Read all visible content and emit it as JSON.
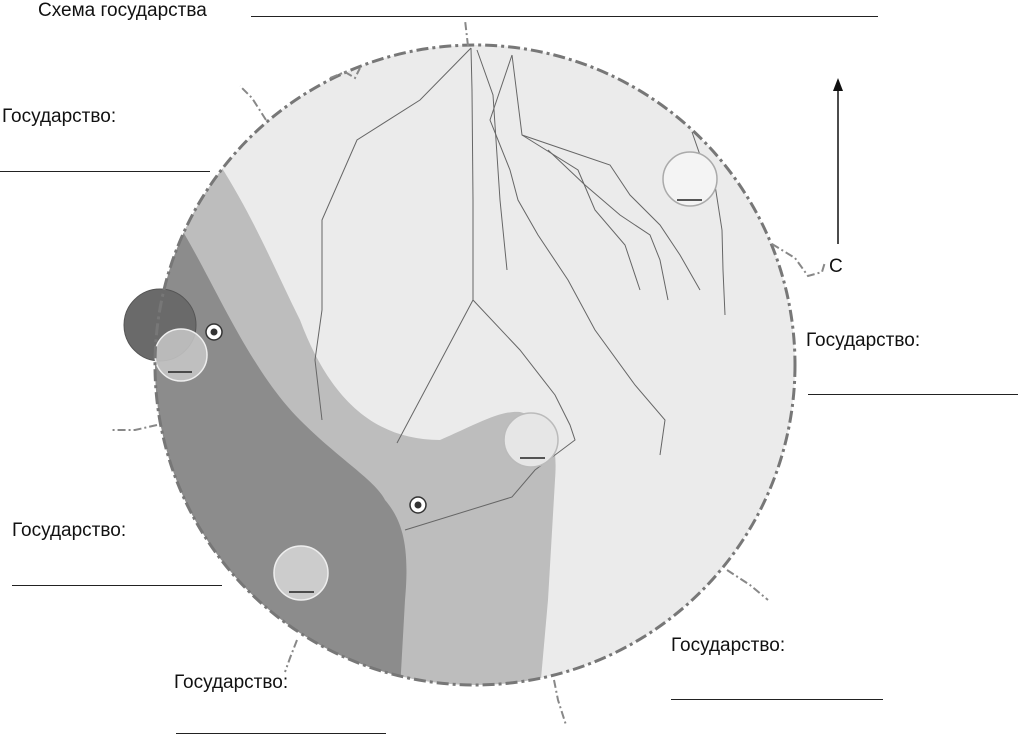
{
  "title": "Схема государства",
  "state_labels": {
    "left_top": "Государство:",
    "right": "Государство:",
    "left_bottom": "Государство:",
    "bottom": "Государство:",
    "bottom_right": "Государство:"
  },
  "north_label": "С",
  "colors": {
    "light": "#ebebeb",
    "medium": "#bdbdbd",
    "dark": "#8c8c8c",
    "darkest": "#6a6a6a",
    "border": "#777777",
    "river": "#666666"
  }
}
